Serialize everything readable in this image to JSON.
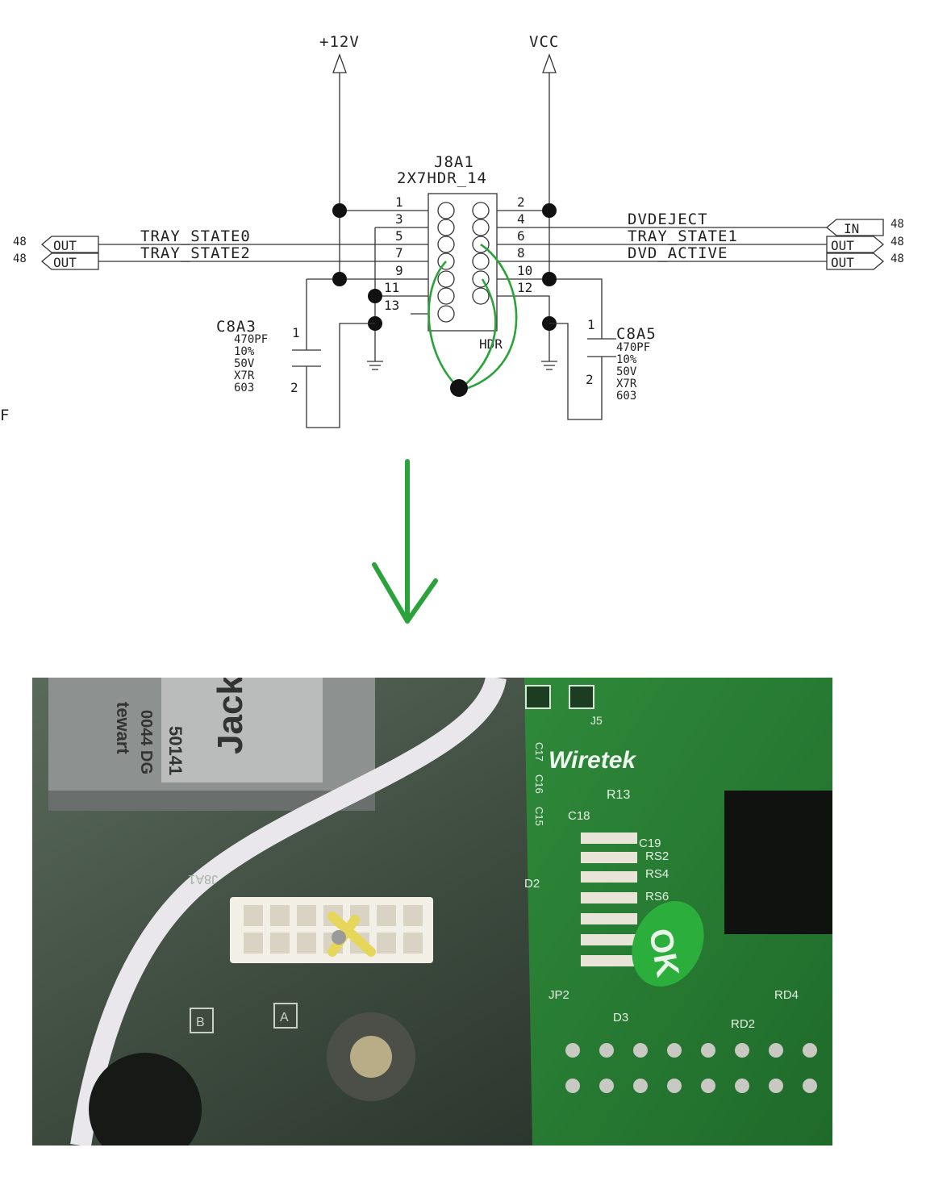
{
  "schematic": {
    "power_12v": "+12V",
    "power_vcc": "VCC",
    "connector_ref": "J8A1",
    "connector_type": "2X7HDR_14",
    "connector_body_label": "HDR",
    "pins_left": [
      "1",
      "3",
      "5",
      "7",
      "9",
      "11",
      "13"
    ],
    "pins_right": [
      "2",
      "4",
      "6",
      "8",
      "10",
      "12"
    ],
    "net_tray_state0": "TRAY_STATE0",
    "net_tray_state2": "TRAY_STATE2",
    "net_dvdeject": "DVDEJECT",
    "net_tray_state1": "TRAY_STATE1",
    "net_dvd_active": "DVD_ACTIVE",
    "port_out": "OUT",
    "port_in": "IN",
    "page_ref": "48",
    "edge_fragment": "F",
    "cap_left": {
      "ref": "C8A3",
      "value": "470PF",
      "tol": "10%",
      "volt": "50V",
      "diel": "X7R",
      "size": "603",
      "pin1": "1",
      "pin2": "2"
    },
    "cap_right": {
      "ref": "C8A5",
      "value": "470PF",
      "tol": "10%",
      "volt": "50V",
      "diel": "X7R",
      "size": "603",
      "pin1": "1",
      "pin2": "2"
    }
  },
  "photo": {
    "top_left_label": "Jack",
    "sticker_lines": [
      "50141",
      "0044 DG",
      "tewart"
    ],
    "silkscreen_j8a1": "J8A1",
    "board_brand": "Wiretek",
    "board_labels": [
      "J5",
      "R13",
      "C17",
      "C16",
      "C15",
      "C18",
      "C19",
      "RS2",
      "RS4",
      "RS6",
      "D2",
      "JP2",
      "D3",
      "RD2",
      "RD4"
    ],
    "ok_sticker": "OK",
    "marker_b": "B",
    "marker_a": "A"
  },
  "colors": {
    "annotation_green": "#2aa33a",
    "pcb_green": "#2f8a3a",
    "wire": "#333333"
  }
}
